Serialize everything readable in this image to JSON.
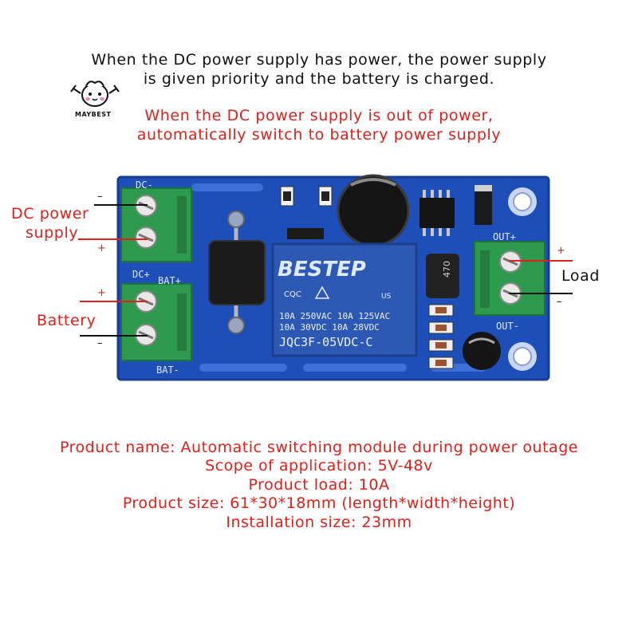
{
  "logo": {
    "text": "MAYBEST"
  },
  "intro": {
    "line1": "When the DC power supply has power, the power supply",
    "line2": "is given priority and the battery is charged."
  },
  "alert": {
    "line1": "When the DC power supply is out of power,",
    "line2": "automatically switch to battery power supply"
  },
  "labels": {
    "dc_line1": "DC power",
    "dc_line2": "supply",
    "battery": "Battery",
    "load": "Load",
    "plus": "+",
    "minus": "–"
  },
  "board": {
    "silk_dc_minus": "DC-",
    "silk_dc_plus": "DC+",
    "silk_bat_plus": "BAT+",
    "silk_bat_minus": "BAT-",
    "silk_out_plus": "OUT+",
    "silk_out_minus": "OUT-",
    "inductor_mark": "470",
    "relay": {
      "brand": "BESTEP",
      "cert": "CQC",
      "ul": "US",
      "rating1": "10A 250VAC  10A 125VAC",
      "rating2": "10A  30VDC  10A  28VDC",
      "model": "JQC3F-05VDC-C"
    }
  },
  "specs": {
    "name": "Product name: Automatic switching module during power outage",
    "scope": "Scope of application: 5V-48v",
    "load": "Product load: 10A",
    "size": "Product size: 61*30*18mm (length*width*height)",
    "install": "Installation size: 23mm"
  },
  "colors": {
    "pcb": "#1e4fb8",
    "terminal": "#2e9a4e",
    "relay": "#2d59b5",
    "text_red": "#e0201b"
  }
}
